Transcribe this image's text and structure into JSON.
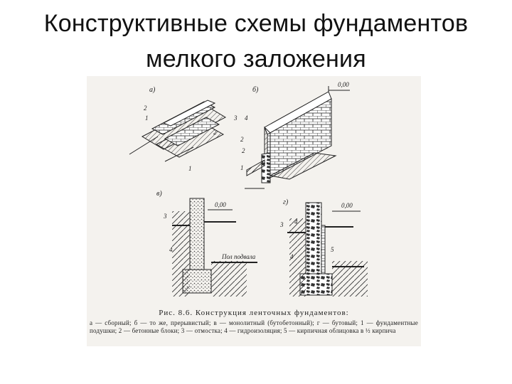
{
  "title": {
    "line1": "Конструктивные схемы фундаментов",
    "line2": "мелкого заложения"
  },
  "figure": {
    "panel_labels": {
      "a": "а)",
      "b": "б)",
      "v": "в)",
      "g": "г)"
    },
    "level_mark": "0,00",
    "basement_floor": "Пол подвала",
    "numbers": {
      "n1": "1",
      "n2": "2",
      "n3": "3",
      "n4": "4",
      "n5": "5"
    },
    "caption_title": "Рис. 8.6. Конструкция ленточных фундаментов:",
    "caption_body": "а — сборный; б — то же, прерывистый; в — монолитный (бутобетонный); г — бутовый; 1 — фундаментные подушки; 2 — бетонные блоки; 3 — отмостка; 4 — гидроизоляция; 5 — кирпичная облицовка в ½ кирпича"
  }
}
